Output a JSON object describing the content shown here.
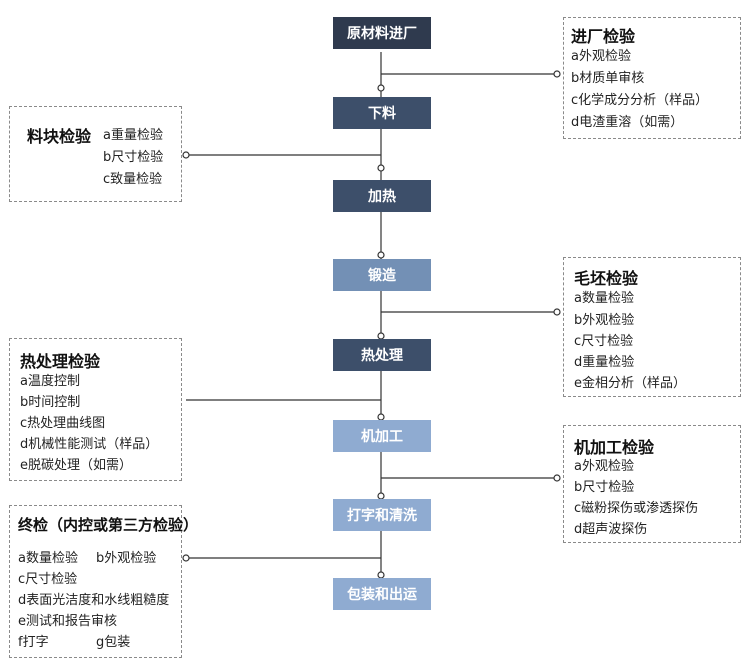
{
  "steps": [
    "原材料进厂",
    "下料",
    "加热",
    "锻造",
    "热处理",
    "机加工",
    "打字和清洗",
    "包装和出运"
  ],
  "step_colors": {
    "dark": "#2f3a4e",
    "slate": "#3d4f6a",
    "steel": "#7390b5",
    "light": "#8fabd1"
  },
  "panels": {
    "incoming": {
      "title": "进厂检验",
      "items": [
        "a外观检验",
        "b材质单审核",
        "c化学成分分析（样品）",
        "d电渣重溶（如需）"
      ]
    },
    "cutting": {
      "title": "料块检验",
      "items": [
        "a重量检验",
        "b尺寸检验",
        "c致量检验"
      ]
    },
    "blank": {
      "title": "毛坯检验",
      "items": [
        "a数量检验",
        "b外观检验",
        "c尺寸检验",
        "d重量检验",
        "e金相分析（样品）"
      ]
    },
    "heat": {
      "title": "热处理检验",
      "items": [
        "a温度控制",
        "b时间控制",
        "c热处理曲线图",
        "d机械性能测试（样品）",
        "e脱碳处理（如需）"
      ]
    },
    "machining": {
      "title": "机加工检验",
      "items": [
        "a外观检验",
        "b尺寸检验",
        "c磁粉探伤或渗透探伤",
        "d超声波探伤"
      ]
    },
    "final": {
      "title": "终检（内控或第三方检验）",
      "items": [
        "a数量检验",
        "b外观检验",
        "c尺寸检验",
        "d表面光洁度和水线粗糙度",
        "e测试和报告审核",
        "f打字",
        "g包装"
      ]
    }
  }
}
